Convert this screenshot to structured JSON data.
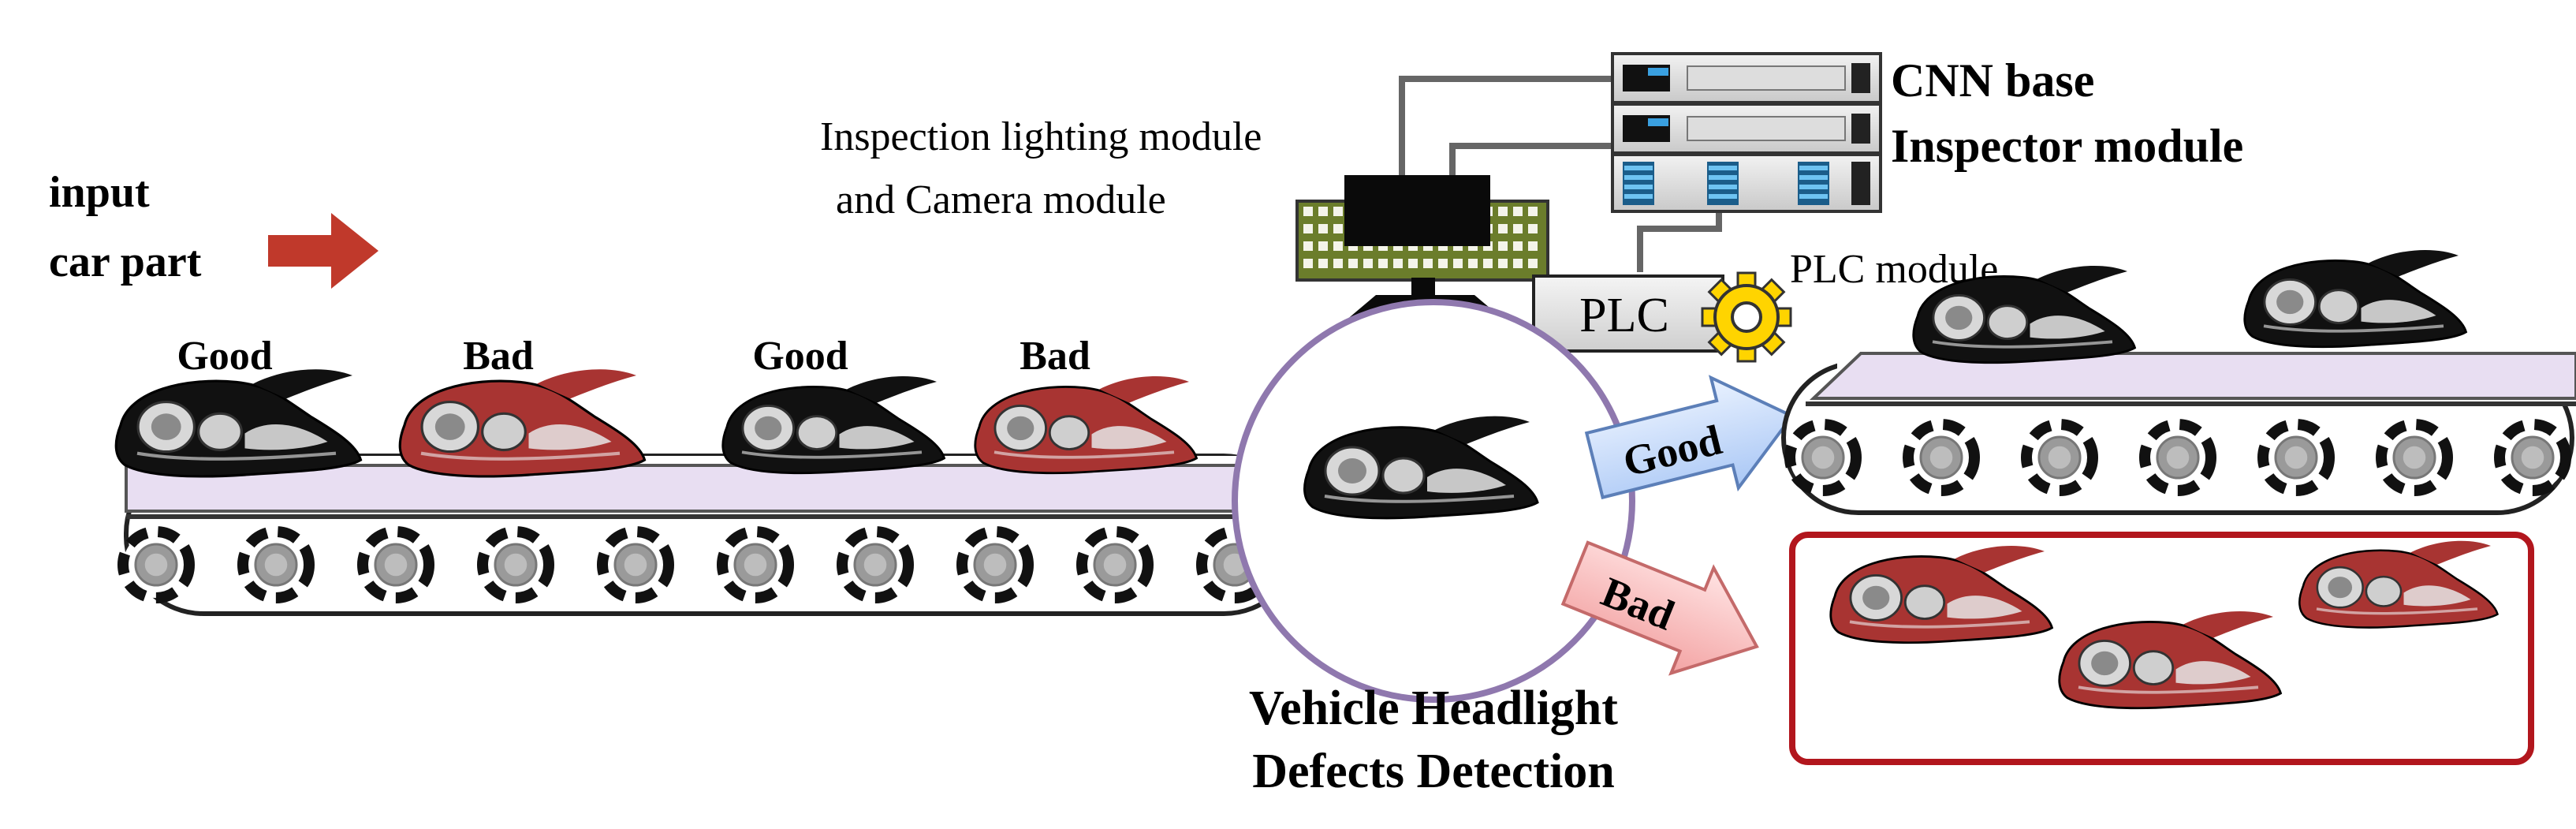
{
  "labels": {
    "input_line1": "input",
    "input_line2": "car part",
    "lighting_line1": "Inspection lighting  module",
    "lighting_line2": "and Camera module",
    "cnn_line1": "CNN base",
    "cnn_line2": "Inspector  module",
    "plc_module": "PLC module",
    "plc_box": "PLC",
    "detection_line1": "Vehicle  Headlight",
    "detection_line2": "Defects Detection"
  },
  "input_conveyor_parts": [
    {
      "label": "Good",
      "status": "good"
    },
    {
      "label": "Bad",
      "status": "bad"
    },
    {
      "label": "Good",
      "status": "good"
    },
    {
      "label": "Bad",
      "status": "bad"
    }
  ],
  "arrows": {
    "good": "Good",
    "bad": "Bad"
  },
  "colors": {
    "good_part": "#111111",
    "bad_part": "#a83432",
    "belt": "#e8def2",
    "inspection_ring": "#8f78ae",
    "good_arrow": "#cfe0ff",
    "bad_arrow": "#ffc9c9",
    "reject_bin": "#b2161d",
    "input_arrow": "#c0392b",
    "plc_gear": "#ffd400"
  }
}
